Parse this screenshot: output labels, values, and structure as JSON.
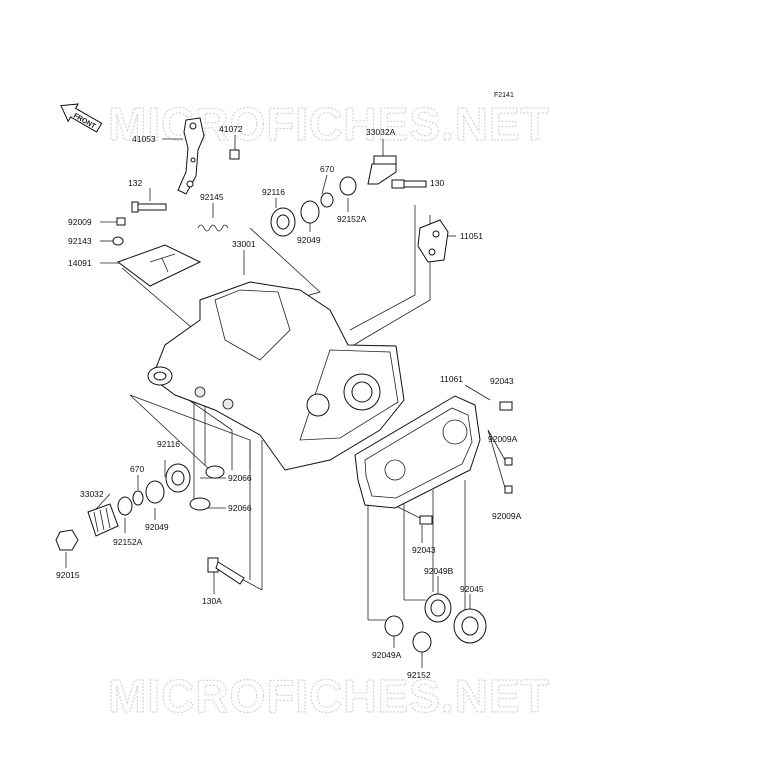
{
  "figure_id": "F2141",
  "watermark_top": "MICROFICHES.NET",
  "watermark_bottom": "MICROFICHES.NET",
  "front_indicator": "FRONT",
  "parts": {
    "p41053": "41053",
    "p41072": "41072",
    "p33032A": "33032A",
    "p670_top": "670",
    "p130": "130",
    "p132": "132",
    "p92116_top": "92116",
    "p92152A_top": "92152A",
    "p92145": "92145",
    "p92049_top": "92049",
    "p92009": "92009",
    "p11051": "11051",
    "p92143": "92143",
    "p14091": "14091",
    "p33001": "33001",
    "p11061": "11061",
    "p92043_top": "92043",
    "p92009A_top": "92009A",
    "p92116_mid": "92116",
    "p670_mid": "670",
    "p92066_a": "92066",
    "p33032": "33032",
    "p92009A_bot": "92009A",
    "p92049_mid": "92049",
    "p92066_b": "92066",
    "p92152A_mid": "92152A",
    "p92043_mid": "92043",
    "p92015": "92015",
    "p92049B": "92049B",
    "p92045": "92045",
    "p130A": "130A",
    "p92049A": "92049A",
    "p92152": "92152"
  }
}
